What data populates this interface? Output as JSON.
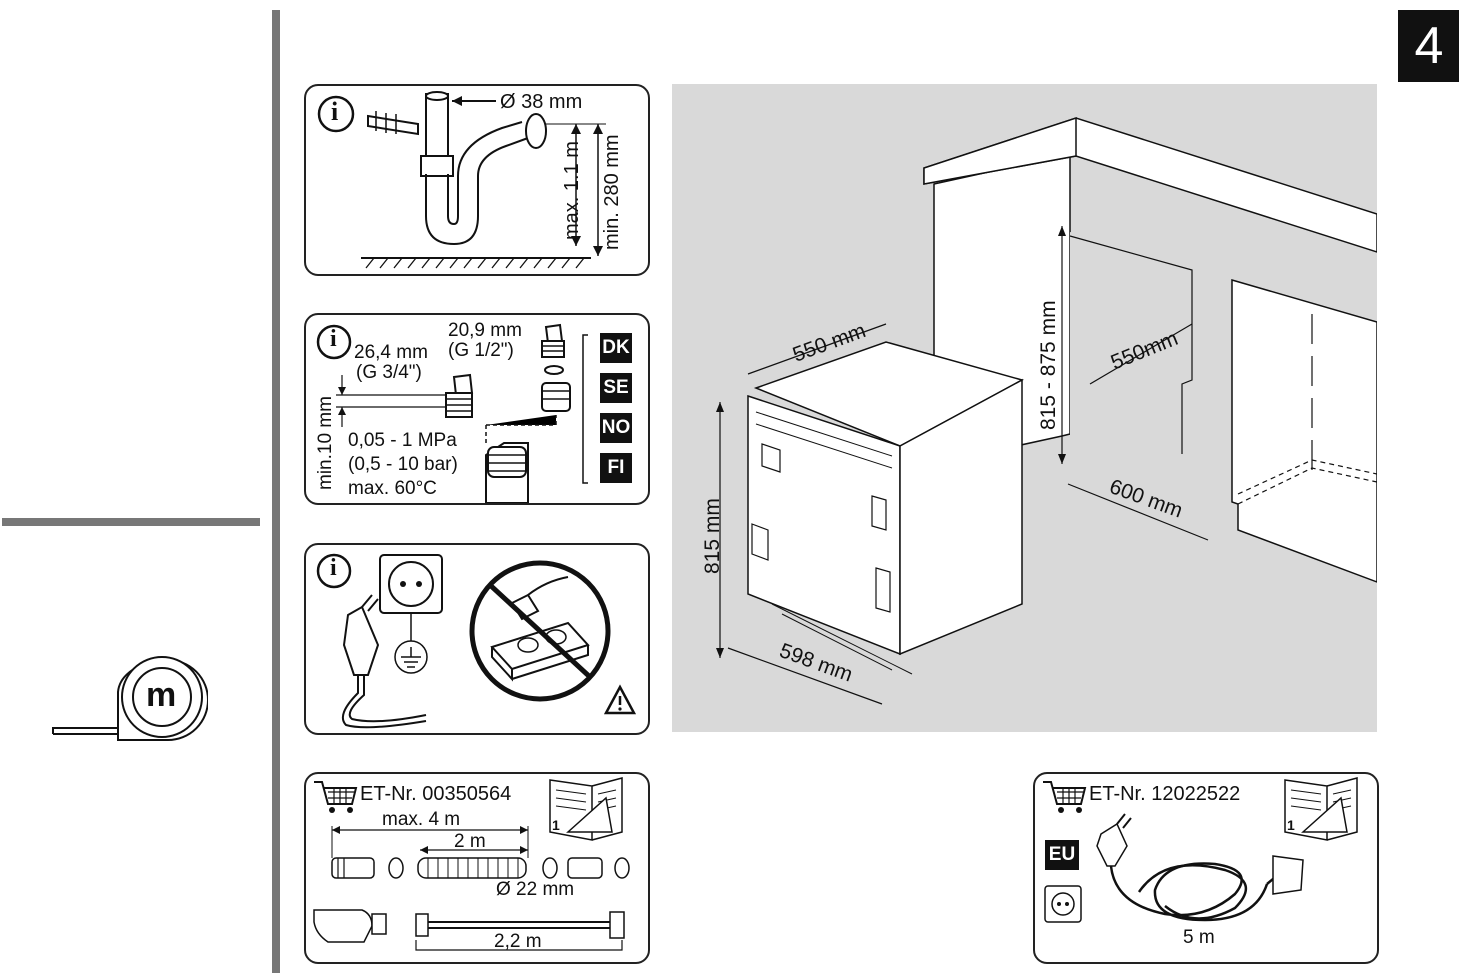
{
  "page": {
    "number": "4"
  },
  "drain_panel": {
    "diameter": "Ø 38 mm",
    "max_height": "max. 1.1 m",
    "min_height": "min. 280 mm"
  },
  "water_panel": {
    "thread_small": "20,9 mm",
    "thread_small_size": "(G 1/2\")",
    "thread_large": "26,4 mm",
    "thread_large_size": "(G 3/4\")",
    "min_length": "min.10 mm",
    "pressure_mpa": "0,05 - 1 MPa",
    "pressure_bar": "(0,5 - 10 bar)",
    "max_temp": "max. 60°C",
    "countries": [
      "DK",
      "SE",
      "NO",
      "FI"
    ]
  },
  "installation": {
    "depth_top": "550 mm",
    "height_left": "815 mm",
    "width_bottom": "598 mm",
    "niche_height": "815 - 875 mm",
    "niche_depth": "550mm",
    "niche_width": "600 mm"
  },
  "hose_panel": {
    "part_number": "ET-Nr. 00350564",
    "max_length": "max. 4 m",
    "length": "2 m",
    "diameter": "Ø 22 mm",
    "supply_length": "2,2 m",
    "book_label": "1"
  },
  "cable_panel": {
    "part_number": "ET-Nr. 12022522",
    "region": "EU",
    "length": "5 m",
    "book_label": "1"
  },
  "sidebar": {
    "tape_label": "m"
  },
  "colors": {
    "accent": "#111111",
    "diagram_bg": "#d9d9d9",
    "divider": "#777777"
  }
}
